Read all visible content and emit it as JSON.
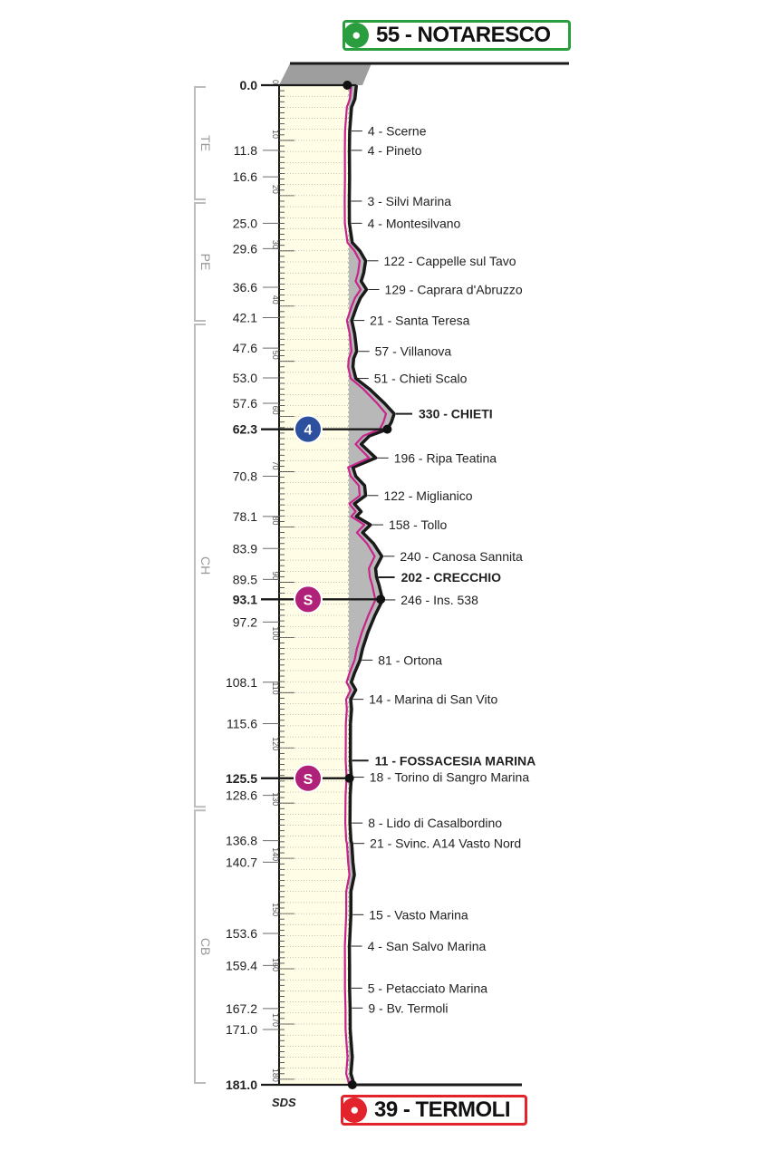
{
  "start": {
    "label": "55 - NOTARESCO",
    "icon": "cyclist-icon"
  },
  "finish": {
    "label": "39 - TERMOLI",
    "icon": "cyclist-icon"
  },
  "credit": "SDS",
  "chart_data": {
    "type": "area",
    "orientation": "vertical",
    "distance_range": [
      0,
      181
    ],
    "ruler_ticks": [
      "0",
      "10",
      "20",
      "30",
      "40",
      "50",
      "60",
      "70",
      "80",
      "90",
      "100",
      "110",
      "120",
      "130",
      "140",
      "150",
      "160",
      "170",
      "180"
    ],
    "provinces": [
      {
        "code": "TE",
        "from": 0,
        "to": 21
      },
      {
        "code": "PE",
        "from": 21,
        "to": 43
      },
      {
        "code": "CH",
        "from": 43,
        "to": 131
      },
      {
        "code": "CB",
        "from": 131,
        "to": 181
      }
    ],
    "km_marks": [
      {
        "km": 0.0,
        "label": "0.0",
        "bold": true
      },
      {
        "km": 11.8,
        "label": "11.8"
      },
      {
        "km": 16.6,
        "label": "16.6"
      },
      {
        "km": 25.0,
        "label": "25.0"
      },
      {
        "km": 29.6,
        "label": "29.6"
      },
      {
        "km": 36.6,
        "label": "36.6"
      },
      {
        "km": 42.1,
        "label": "42.1"
      },
      {
        "km": 47.6,
        "label": "47.6"
      },
      {
        "km": 53.0,
        "label": "53.0"
      },
      {
        "km": 57.6,
        "label": "57.6"
      },
      {
        "km": 62.3,
        "label": "62.3",
        "bold": true
      },
      {
        "km": 70.8,
        "label": "70.8"
      },
      {
        "km": 78.1,
        "label": "78.1"
      },
      {
        "km": 83.9,
        "label": "83.9"
      },
      {
        "km": 89.5,
        "label": "89.5"
      },
      {
        "km": 93.1,
        "label": "93.1",
        "bold": true
      },
      {
        "km": 97.2,
        "label": "97.2"
      },
      {
        "km": 108.1,
        "label": "108.1"
      },
      {
        "km": 115.6,
        "label": "115.6"
      },
      {
        "km": 125.5,
        "label": "125.5",
        "bold": true
      },
      {
        "km": 128.6,
        "label": "128.6"
      },
      {
        "km": 136.8,
        "label": "136.8"
      },
      {
        "km": 140.7,
        "label": "140.7"
      },
      {
        "km": 153.6,
        "label": "153.6"
      },
      {
        "km": 159.4,
        "label": "159.4"
      },
      {
        "km": 167.2,
        "label": "167.2"
      },
      {
        "km": 171.0,
        "label": "171.0"
      },
      {
        "km": 181.0,
        "label": "181.0",
        "bold": true
      }
    ],
    "places": [
      {
        "km": 8.3,
        "label": "4 - Scerne"
      },
      {
        "km": 11.8,
        "label": "4 - Pineto"
      },
      {
        "km": 21.0,
        "label": "3 - Silvi Marina"
      },
      {
        "km": 25.0,
        "label": "4 - Montesilvano"
      },
      {
        "km": 31.8,
        "label": "122 - Cappelle sul Tavo"
      },
      {
        "km": 37.0,
        "label": "129 - Caprara d'Abruzzo"
      },
      {
        "km": 42.6,
        "label": "21 - Santa Teresa"
      },
      {
        "km": 48.2,
        "label": "57 - Villanova"
      },
      {
        "km": 53.1,
        "label": "51 - Chieti Scalo"
      },
      {
        "km": 59.5,
        "label": "330 - CHIETI",
        "bold": true
      },
      {
        "km": 67.5,
        "label": "196 - Ripa Teatina"
      },
      {
        "km": 74.3,
        "label": "122 - Miglianico"
      },
      {
        "km": 79.6,
        "label": "158 - Tollo"
      },
      {
        "km": 85.3,
        "label": "240 - Canosa Sannita"
      },
      {
        "km": 89.1,
        "label": "202 - CRECCHIO",
        "bold": true
      },
      {
        "km": 93.2,
        "label": "246 - Ins. 538"
      },
      {
        "km": 104.1,
        "label": "81 - Ortona"
      },
      {
        "km": 111.2,
        "label": "14 - Marina di San Vito"
      },
      {
        "km": 122.3,
        "label": "11 - FOSSACESIA MARINA",
        "bold": true
      },
      {
        "km": 125.3,
        "label": "18 - Torino di Sangro Marina"
      },
      {
        "km": 133.6,
        "label": "8 - Lido di Casalbordino"
      },
      {
        "km": 137.3,
        "label": "21 - Svinc. A14 Vasto Nord"
      },
      {
        "km": 150.2,
        "label": "15 - Vasto Marina"
      },
      {
        "km": 155.9,
        "label": "4 - San Salvo Marina"
      },
      {
        "km": 163.5,
        "label": "5 - Petacciato Marina"
      },
      {
        "km": 167.1,
        "label": "9 - Bv. Termoli"
      }
    ],
    "markers": [
      {
        "km": 62.3,
        "symbol": "4",
        "kind": "kom",
        "color": "#2c4f9e"
      },
      {
        "km": 93.1,
        "symbol": "S",
        "kind": "sprint",
        "color": "#b0227a"
      },
      {
        "km": 125.5,
        "symbol": "S",
        "kind": "sprint",
        "color": "#b0227a"
      }
    ],
    "profile": [
      {
        "km": 0,
        "alt": 55
      },
      {
        "km": 2.5,
        "alt": 44
      },
      {
        "km": 4,
        "alt": 20
      },
      {
        "km": 8.3,
        "alt": 6
      },
      {
        "km": 11.8,
        "alt": 4
      },
      {
        "km": 16.6,
        "alt": 5
      },
      {
        "km": 21,
        "alt": 3
      },
      {
        "km": 25,
        "alt": 4
      },
      {
        "km": 28.5,
        "alt": 25
      },
      {
        "km": 30,
        "alt": 80
      },
      {
        "km": 31.8,
        "alt": 122
      },
      {
        "km": 34,
        "alt": 108
      },
      {
        "km": 35.5,
        "alt": 90
      },
      {
        "km": 37,
        "alt": 129
      },
      {
        "km": 38.5,
        "alt": 85
      },
      {
        "km": 40,
        "alt": 58
      },
      {
        "km": 42.6,
        "alt": 21
      },
      {
        "km": 45,
        "alt": 42
      },
      {
        "km": 47,
        "alt": 52
      },
      {
        "km": 48.2,
        "alt": 57
      },
      {
        "km": 49.5,
        "alt": 35
      },
      {
        "km": 51,
        "alt": 30
      },
      {
        "km": 53.1,
        "alt": 51
      },
      {
        "km": 55,
        "alt": 150
      },
      {
        "km": 57.6,
        "alt": 260
      },
      {
        "km": 59.5,
        "alt": 330
      },
      {
        "km": 61,
        "alt": 310
      },
      {
        "km": 62.3,
        "alt": 280
      },
      {
        "km": 63.5,
        "alt": 150
      },
      {
        "km": 65,
        "alt": 90
      },
      {
        "km": 67.5,
        "alt": 196
      },
      {
        "km": 69.2,
        "alt": 30
      },
      {
        "km": 70.8,
        "alt": 50
      },
      {
        "km": 72.5,
        "alt": 115
      },
      {
        "km": 74.3,
        "alt": 122
      },
      {
        "km": 75.8,
        "alt": 40
      },
      {
        "km": 77.2,
        "alt": 90
      },
      {
        "km": 78.1,
        "alt": 55
      },
      {
        "km": 79.6,
        "alt": 158
      },
      {
        "km": 81,
        "alt": 100
      },
      {
        "km": 83,
        "alt": 180
      },
      {
        "km": 85.3,
        "alt": 240
      },
      {
        "km": 87.5,
        "alt": 195
      },
      {
        "km": 89.1,
        "alt": 202
      },
      {
        "km": 90.5,
        "alt": 220
      },
      {
        "km": 93.2,
        "alt": 246
      },
      {
        "km": 96,
        "alt": 190
      },
      {
        "km": 99,
        "alt": 140
      },
      {
        "km": 102,
        "alt": 100
      },
      {
        "km": 104.1,
        "alt": 81
      },
      {
        "km": 106.5,
        "alt": 40
      },
      {
        "km": 108.1,
        "alt": 18
      },
      {
        "km": 109.5,
        "alt": 50
      },
      {
        "km": 111.2,
        "alt": 14
      },
      {
        "km": 113,
        "alt": 20
      },
      {
        "km": 115.6,
        "alt": 12
      },
      {
        "km": 122.3,
        "alt": 11
      },
      {
        "km": 125.3,
        "alt": 18
      },
      {
        "km": 128.6,
        "alt": 10
      },
      {
        "km": 133.6,
        "alt": 8
      },
      {
        "km": 136.8,
        "alt": 15
      },
      {
        "km": 137.3,
        "alt": 21
      },
      {
        "km": 140.7,
        "alt": 30
      },
      {
        "km": 143,
        "alt": 40
      },
      {
        "km": 146,
        "alt": 15
      },
      {
        "km": 150.2,
        "alt": 15
      },
      {
        "km": 155.9,
        "alt": 4
      },
      {
        "km": 159.4,
        "alt": 5
      },
      {
        "km": 163.5,
        "alt": 5
      },
      {
        "km": 167.1,
        "alt": 9
      },
      {
        "km": 171,
        "alt": 10
      },
      {
        "km": 176,
        "alt": 25
      },
      {
        "km": 179,
        "alt": 15
      },
      {
        "km": 181,
        "alt": 39
      }
    ],
    "colors": {
      "panel": "#fffde6",
      "relief": "#b8b8b8",
      "edge": "#1a1a1a",
      "route": "#c8258c",
      "guide": "#6c6c6c",
      "start": "#2a9d3e",
      "finish": "#e3232c",
      "province": "#bcbcbc"
    }
  }
}
